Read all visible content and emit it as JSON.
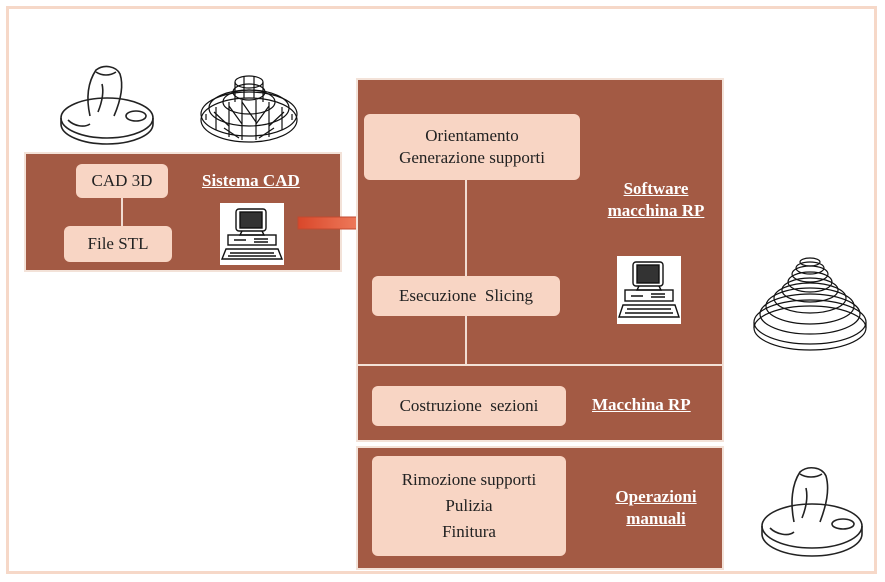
{
  "diagram": {
    "cad_panel": {
      "box_cad3d": "CAD 3D",
      "box_stl": "File STL",
      "label": "Sistema CAD"
    },
    "rp_panel": {
      "box_orientation": [
        "Orientamento",
        "Generazione supporti"
      ],
      "box_slicing": "Esecuzione  Slicing",
      "label": [
        "Software",
        "macchina RP"
      ]
    },
    "machine_panel": {
      "box": "Costruzione  sezioni",
      "label": "Macchina RP"
    },
    "manual_panel": {
      "box": [
        "Rimozione supporti",
        "Pulizia",
        "Finitura"
      ],
      "label": [
        "Operazioni",
        "manuali"
      ]
    },
    "icons": [
      "3d-part-solid-icon",
      "3d-part-wireframe-icon",
      "computer-icon",
      "computer-icon",
      "3d-part-sliced-icon",
      "3d-part-finished-icon"
    ],
    "colors": {
      "panel": "#a35a44",
      "box": "#f8d5c4",
      "arrow": "#ef6a4a",
      "frame": "#f6d8c8"
    }
  }
}
